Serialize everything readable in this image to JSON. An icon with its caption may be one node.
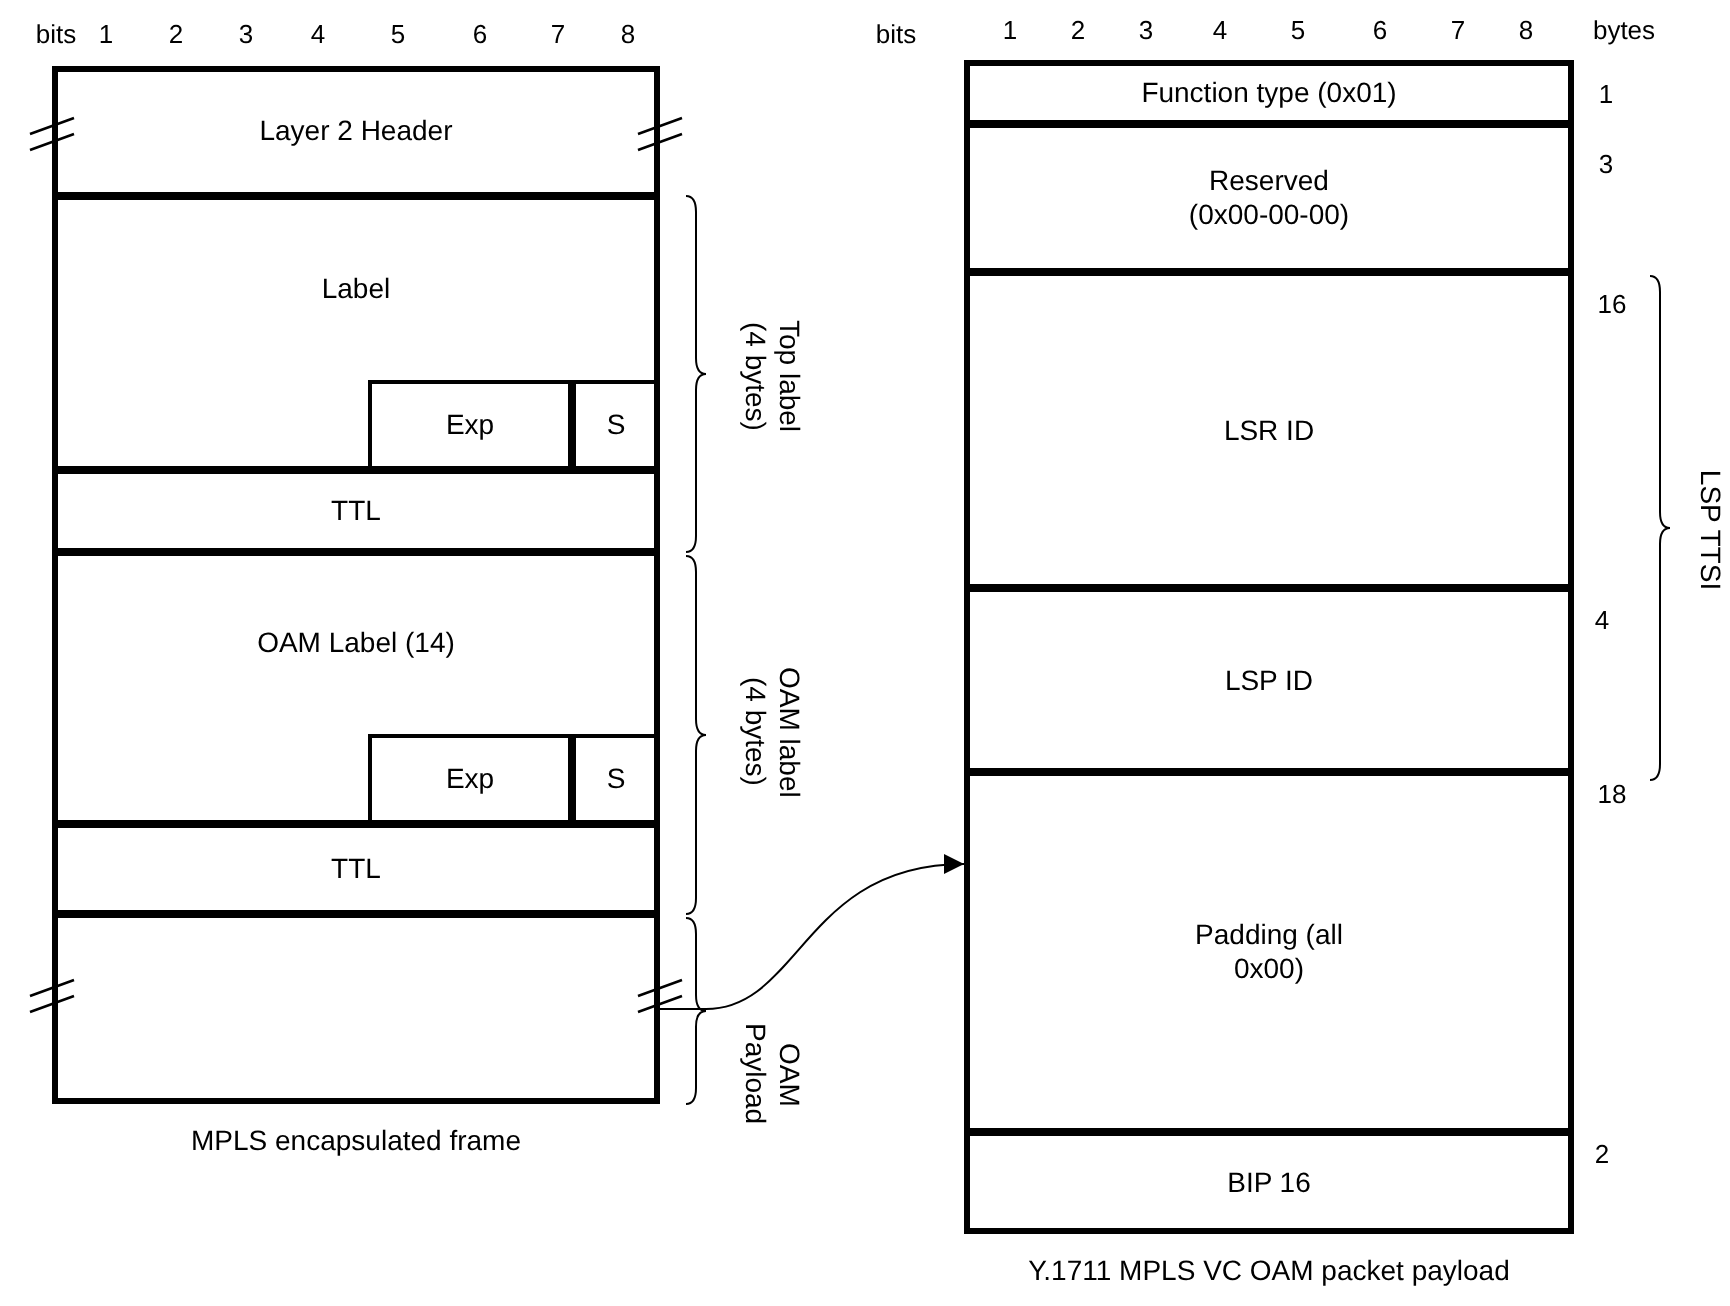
{
  "diagram": {
    "nodes": [
      {
        "text": [
          "MPLS encapsulated frame"
        ]
      },
      {
        "text": [
          "Layer 2 Header"
        ],
        "in": 0
      },
      {
        "text": [
          "Label"
        ],
        "in": 0
      },
      {
        "text": [
          "Exp"
        ],
        "in": 2
      },
      {
        "text": [
          "S"
        ],
        "in": 2
      },
      {
        "text": [
          "TTL"
        ],
        "in": 0
      },
      {
        "text": [
          "OAM Label (14)"
        ],
        "in": 0
      },
      {
        "text": [
          "Exp"
        ],
        "in": 6
      },
      {
        "text": [
          "S"
        ],
        "in": 6
      },
      {
        "text": [
          "TTL"
        ],
        "in": 0
      },
      {
        "text": [],
        "shape": "box",
        "in": 0
      },
      {
        "text": [
          "Y.1711 MPLS VC OAM packet payload"
        ]
      },
      {
        "text": [
          "Function type (0x01)"
        ],
        "in": 11
      },
      {
        "text": [
          "Reserved (0x00-00-00)"
        ],
        "in": 11
      },
      {
        "text": [
          "LSR ID"
        ],
        "in": 11
      },
      {
        "text": [
          "LSP ID"
        ],
        "in": 11
      },
      {
        "text": [
          "Padding (all 0x00)"
        ],
        "in": 11
      },
      {
        "text": [
          "BIP 16"
        ],
        "in": 11
      }
    ],
    "edges": [
      {
        "from": 10,
        "to": 11,
        "arrow": "to"
      }
    ],
    "labels": [
      "bits",
      "1",
      "2",
      "3",
      "4",
      "5",
      "6",
      "7",
      "8",
      "bits",
      "1",
      "2",
      "3",
      "4",
      "5",
      "6",
      "7",
      "8",
      "bytes",
      "1",
      "3",
      "16",
      "4",
      "18",
      "2",
      "Top label (4 bytes)",
      "OAM label (4 bytes)",
      "OAM Payload",
      "LSP TTSI"
    ]
  }
}
